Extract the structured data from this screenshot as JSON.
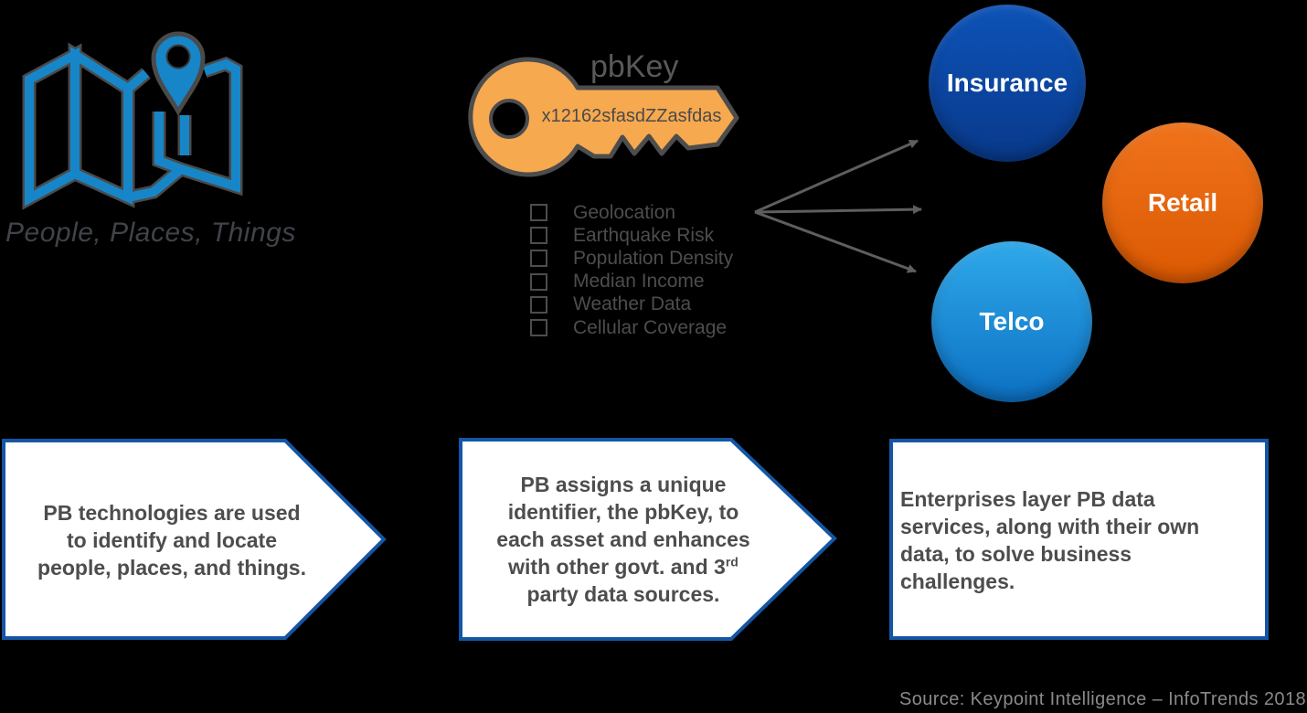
{
  "slide": {
    "background_color": "#000000",
    "source_note": "Source: Keypoint Intelligence – InfoTrends 2018"
  },
  "identify_section": {
    "caption": "People, Places, Things",
    "icon": "map-with-location-pin",
    "icon_color": "#1786C8",
    "icon_outline_color": "#4A4A4A"
  },
  "pbkey_section": {
    "title": "pbKey",
    "key_code": "x12162sfasdZZasfdas",
    "key_fill_color": "#F7AC56",
    "key_outline_color": "#4D4D4D",
    "attributes": [
      "Geolocation",
      "Earthquake Risk",
      "Population Density",
      "Median Income",
      "Weather Data",
      "Cellular Coverage"
    ]
  },
  "industries": [
    {
      "label": "Insurance",
      "color_top": "#0D53B8",
      "color_bottom": "#09398A"
    },
    {
      "label": "Retail",
      "color_top": "#F0731B",
      "color_bottom": "#DB5902"
    },
    {
      "label": "Telco",
      "color_top": "#2FA9EA",
      "color_bottom": "#0C70C2"
    }
  ],
  "arrows": {
    "color": "#5E5E5E",
    "count": 3
  },
  "process_steps": [
    {
      "shape": "chevron",
      "border_color": "#1456A5",
      "lines": [
        "PB technologies are used",
        "to identify and locate",
        "people, places, and things."
      ]
    },
    {
      "shape": "chevron",
      "border_color": "#1456A5",
      "lines": [
        "PB assigns a unique",
        "identifier, the pbKey, to",
        "each asset and enhances",
        "with other govt. and 3",
        "party data sources."
      ],
      "superscript": "rd"
    },
    {
      "shape": "rectangle",
      "border_color": "#1456A5",
      "lines": [
        "Enterprises layer PB data",
        "services, along with their own",
        "data, to solve business",
        "challenges."
      ]
    }
  ]
}
